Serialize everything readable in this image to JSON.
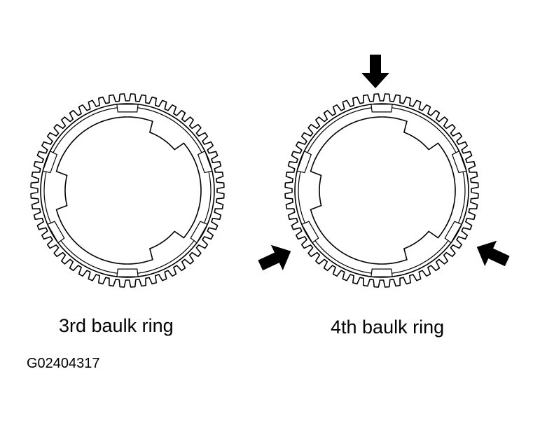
{
  "figure": {
    "figure_id": "G02404317",
    "rings": [
      {
        "label": "3rd baulk ring",
        "indicator_arrows": 0
      },
      {
        "label": "4th baulk ring",
        "indicator_arrows": 3
      }
    ],
    "colors": {
      "line": "#000000",
      "background": "#ffffff"
    }
  }
}
